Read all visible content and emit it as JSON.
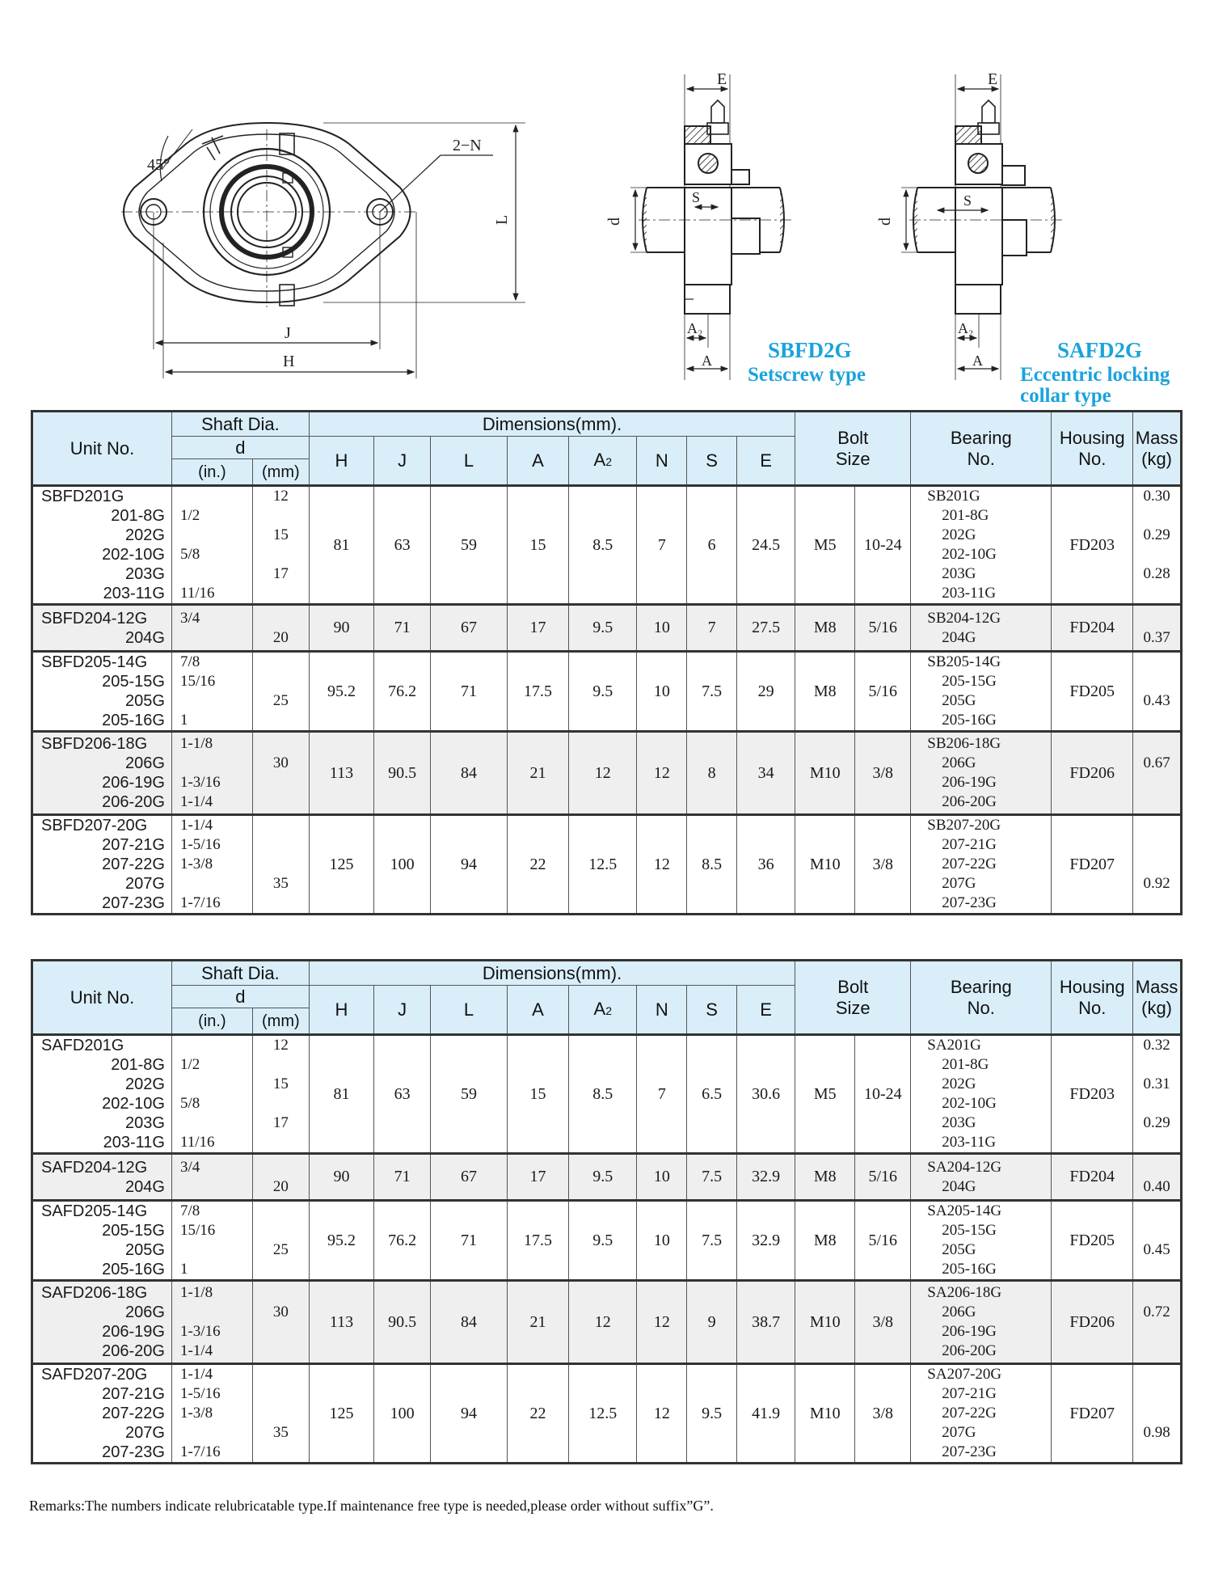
{
  "drawing_labels": {
    "front_view": {
      "angle": "45°",
      "hole_label": "2−N",
      "height_label": "L",
      "inner_width": "J",
      "outer_width": "H"
    },
    "side_view_1": {
      "width": "E",
      "shaft": "d",
      "setscrew": "S",
      "a2": "A₂",
      "a": "A"
    },
    "side_view_2": {
      "width": "E",
      "shaft": "d",
      "setscrew": "S",
      "a2": "A₂",
      "a": "A"
    }
  },
  "captions": {
    "sbfd": {
      "title": "SBFD2G",
      "subtitle": "Setscrew type"
    },
    "safd": {
      "title": "SAFD2G",
      "subtitle_line1": "Eccentric locking",
      "subtitle_line2": "collar type"
    }
  },
  "table_header": {
    "unit_no": "Unit No.",
    "shaft_dia": "Shaft Dia.",
    "d": "d",
    "inch": "(in.)",
    "mm": "(mm)",
    "dimensions": "Dimensions(mm).",
    "cols": [
      "H",
      "J",
      "L",
      "A",
      "A2",
      "N",
      "S",
      "E"
    ],
    "bolt_line1": "Bolt",
    "bolt_line2": "Size",
    "bearing_line1": "Bearing",
    "bearing_line2": "No.",
    "housing_line1": "Housing",
    "housing_line2": "No.",
    "mass_line1": "Mass",
    "mass_line2": "(kg)"
  },
  "tables": [
    {
      "groups": [
        {
          "units": [
            "SBFD201G",
            "201-8G",
            "202G",
            "202-10G",
            "203G",
            "203-11G"
          ],
          "inch": [
            "",
            "1/2",
            "",
            "5/8",
            "",
            "11/16"
          ],
          "mm": [
            "12",
            "",
            "15",
            "",
            "17",
            ""
          ],
          "H": "81",
          "J": "63",
          "L": "59",
          "A": "15",
          "A2": "8.5",
          "N": "7",
          "S": "6",
          "E": "24.5",
          "bolt_m": "M5",
          "bolt_in": "10-24",
          "bearings": [
            "SB201G",
            "201-8G",
            "202G",
            "202-10G",
            "203G",
            "203-11G"
          ],
          "housing": "FD203",
          "mass": [
            "0.30",
            "",
            "0.29",
            "",
            "0.28",
            ""
          ]
        },
        {
          "units": [
            "SBFD204-12G",
            "204G"
          ],
          "inch": [
            "3/4",
            ""
          ],
          "mm": [
            "",
            "20"
          ],
          "H": "90",
          "J": "71",
          "L": "67",
          "A": "17",
          "A2": "9.5",
          "N": "10",
          "S": "7",
          "E": "27.5",
          "bolt_m": "M8",
          "bolt_in": "5/16",
          "bearings": [
            "SB204-12G",
            "204G"
          ],
          "housing": "FD204",
          "mass": [
            "",
            "0.37"
          ]
        },
        {
          "units": [
            "SBFD205-14G",
            "205-15G",
            "205G",
            "205-16G"
          ],
          "inch": [
            "7/8",
            "15/16",
            "",
            "1"
          ],
          "mm": [
            "",
            "",
            "25",
            ""
          ],
          "H": "95.2",
          "J": "76.2",
          "L": "71",
          "A": "17.5",
          "A2": "9.5",
          "N": "10",
          "S": "7.5",
          "E": "29",
          "bolt_m": "M8",
          "bolt_in": "5/16",
          "bearings": [
            "SB205-14G",
            "205-15G",
            "205G",
            "205-16G"
          ],
          "housing": "FD205",
          "mass": [
            "",
            "",
            "0.43",
            ""
          ]
        },
        {
          "units": [
            "SBFD206-18G",
            "206G",
            "206-19G",
            "206-20G"
          ],
          "inch": [
            "1-1/8",
            "",
            "1-3/16",
            "1-1/4"
          ],
          "mm": [
            "",
            "30",
            "",
            ""
          ],
          "H": "113",
          "J": "90.5",
          "L": "84",
          "A": "21",
          "A2": "12",
          "N": "12",
          "S": "8",
          "E": "34",
          "bolt_m": "M10",
          "bolt_in": "3/8",
          "bearings": [
            "SB206-18G",
            "206G",
            "206-19G",
            "206-20G"
          ],
          "housing": "FD206",
          "mass": [
            "",
            "0.67",
            "",
            ""
          ]
        },
        {
          "units": [
            "SBFD207-20G",
            "207-21G",
            "207-22G",
            "207G",
            "207-23G"
          ],
          "inch": [
            "1-1/4",
            "1-5/16",
            "1-3/8",
            "",
            "1-7/16"
          ],
          "mm": [
            "",
            "",
            "",
            "35",
            ""
          ],
          "H": "125",
          "J": "100",
          "L": "94",
          "A": "22",
          "A2": "12.5",
          "N": "12",
          "S": "8.5",
          "E": "36",
          "bolt_m": "M10",
          "bolt_in": "3/8",
          "bearings": [
            "SB207-20G",
            "207-21G",
            "207-22G",
            "207G",
            "207-23G"
          ],
          "housing": "FD207",
          "mass": [
            "",
            "",
            "",
            "0.92",
            ""
          ]
        }
      ]
    },
    {
      "groups": [
        {
          "units": [
            "SAFD201G",
            "201-8G",
            "202G",
            "202-10G",
            "203G",
            "203-11G"
          ],
          "inch": [
            "",
            "1/2",
            "",
            "5/8",
            "",
            "11/16"
          ],
          "mm": [
            "12",
            "",
            "15",
            "",
            "17",
            ""
          ],
          "H": "81",
          "J": "63",
          "L": "59",
          "A": "15",
          "A2": "8.5",
          "N": "7",
          "S": "6.5",
          "E": "30.6",
          "bolt_m": "M5",
          "bolt_in": "10-24",
          "bearings": [
            "SA201G",
            "201-8G",
            "202G",
            "202-10G",
            "203G",
            "203-11G"
          ],
          "housing": "FD203",
          "mass": [
            "0.32",
            "",
            "0.31",
            "",
            "0.29",
            ""
          ]
        },
        {
          "units": [
            "SAFD204-12G",
            "204G"
          ],
          "inch": [
            "3/4",
            ""
          ],
          "mm": [
            "",
            "20"
          ],
          "H": "90",
          "J": "71",
          "L": "67",
          "A": "17",
          "A2": "9.5",
          "N": "10",
          "S": "7.5",
          "E": "32.9",
          "bolt_m": "M8",
          "bolt_in": "5/16",
          "bearings": [
            "SA204-12G",
            "204G"
          ],
          "housing": "FD204",
          "mass": [
            "",
            "0.40"
          ]
        },
        {
          "units": [
            "SAFD205-14G",
            "205-15G",
            "205G",
            "205-16G"
          ],
          "inch": [
            "7/8",
            "15/16",
            "",
            "1"
          ],
          "mm": [
            "",
            "",
            "25",
            ""
          ],
          "H": "95.2",
          "J": "76.2",
          "L": "71",
          "A": "17.5",
          "A2": "9.5",
          "N": "10",
          "S": "7.5",
          "E": "32.9",
          "bolt_m": "M8",
          "bolt_in": "5/16",
          "bearings": [
            "SA205-14G",
            "205-15G",
            "205G",
            "205-16G"
          ],
          "housing": "FD205",
          "mass": [
            "",
            "",
            "0.45",
            ""
          ]
        },
        {
          "units": [
            "SAFD206-18G",
            "206G",
            "206-19G",
            "206-20G"
          ],
          "inch": [
            "1-1/8",
            "",
            "1-3/16",
            "1-1/4"
          ],
          "mm": [
            "",
            "30",
            "",
            ""
          ],
          "H": "113",
          "J": "90.5",
          "L": "84",
          "A": "21",
          "A2": "12",
          "N": "12",
          "S": "9",
          "E": "38.7",
          "bolt_m": "M10",
          "bolt_in": "3/8",
          "bearings": [
            "SA206-18G",
            "206G",
            "206-19G",
            "206-20G"
          ],
          "housing": "FD206",
          "mass": [
            "",
            "0.72",
            "",
            ""
          ]
        },
        {
          "units": [
            "SAFD207-20G",
            "207-21G",
            "207-22G",
            "207G",
            "207-23G"
          ],
          "inch": [
            "1-1/4",
            "1-5/16",
            "1-3/8",
            "",
            "1-7/16"
          ],
          "mm": [
            "",
            "",
            "",
            "35",
            ""
          ],
          "H": "125",
          "J": "100",
          "L": "94",
          "A": "22",
          "A2": "12.5",
          "N": "12",
          "S": "9.5",
          "E": "41.9",
          "bolt_m": "M10",
          "bolt_in": "3/8",
          "bearings": [
            "SA207-20G",
            "207-21G",
            "207-22G",
            "207G",
            "207-23G"
          ],
          "housing": "FD207",
          "mass": [
            "",
            "",
            "",
            "0.98",
            ""
          ]
        }
      ]
    }
  ],
  "remarks": "Remarks:The numbers indicate relubricatable type.If maintenance free type is needed,please order without suffix”G”."
}
